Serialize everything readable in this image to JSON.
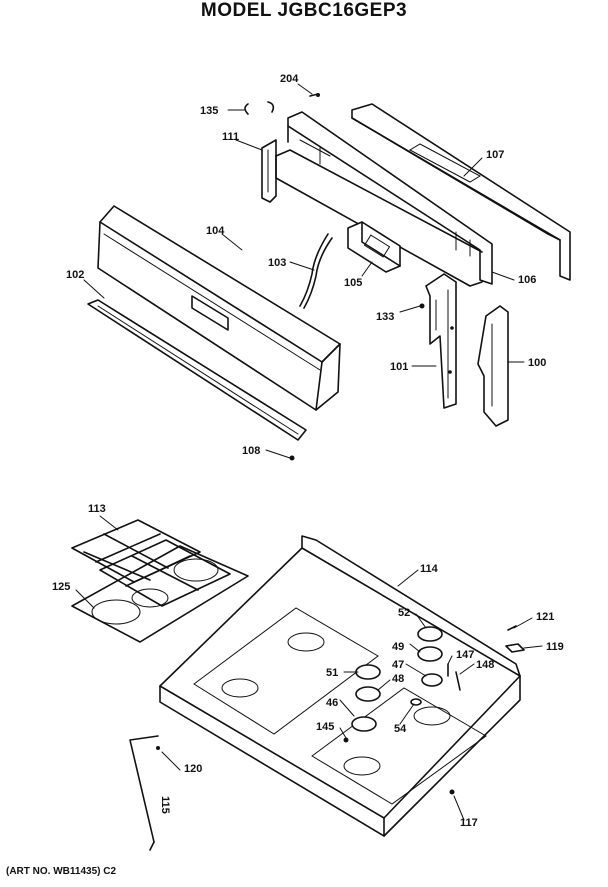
{
  "title": "MODEL JGBC16GEP3",
  "art_number": "(ART NO. WB11435) C2",
  "callouts": {
    "c204": "204",
    "c135": "135",
    "c111": "111",
    "c107": "107",
    "c104": "104",
    "c103": "103",
    "c105": "105",
    "c106": "106",
    "c102": "102",
    "c133": "133",
    "c101": "101",
    "c100": "100",
    "c108": "108",
    "c113": "113",
    "c114": "114",
    "c125": "125",
    "c52": "52",
    "c121": "121",
    "c49": "49",
    "c147": "147",
    "c119": "119",
    "c47": "47",
    "c148": "148",
    "c51": "51",
    "c48": "48",
    "c46": "46",
    "c54": "54",
    "c145": "145",
    "c120": "120",
    "c115": "115",
    "c117": "117"
  }
}
